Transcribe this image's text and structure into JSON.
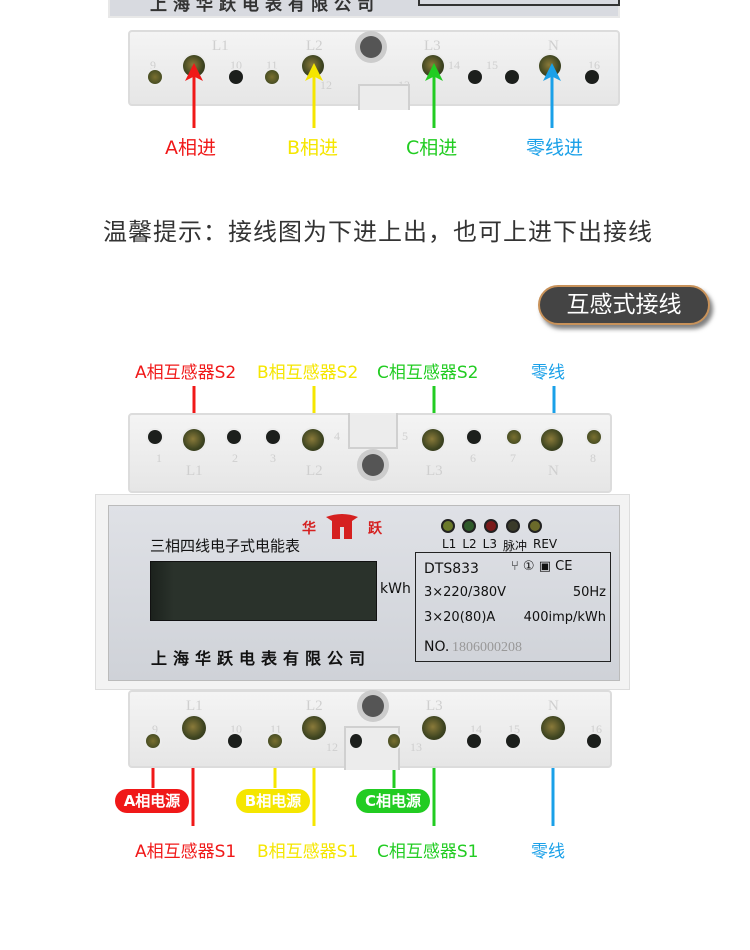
{
  "top_section": {
    "panel_partial_text": "上海华跃电表有限公司",
    "terminal_labels": [
      "L1",
      "L2",
      "L3",
      "N"
    ],
    "terminal_numbers": [
      "9",
      "10",
      "11",
      "12",
      "13",
      "14",
      "15",
      "16"
    ],
    "labels": {
      "a": "A相进",
      "b": "B相进",
      "c": "C相进",
      "n": "零线进"
    }
  },
  "tip": "温馨提示：接线图为下进上出，也可上进下出接线",
  "badge": "互感式接线",
  "ct_section": {
    "top_labels": {
      "a": "A相互感器S2",
      "b": "B相互感器S2",
      "c": "C相互感器S2",
      "n": "零线"
    },
    "top_terminal_numbers": [
      "1",
      "2",
      "3",
      "4",
      "5",
      "6",
      "7",
      "8"
    ],
    "top_terminal_labels": [
      "L1",
      "L2",
      "L3",
      "N"
    ],
    "meter": {
      "title": "三相四线电子式电能表",
      "brand_left": "华",
      "brand_right": "跃",
      "leds": [
        "L1",
        "L2",
        "L3",
        "脉冲",
        "REV"
      ],
      "led_colors": [
        "#6b7a2a",
        "#2f5a2a",
        "#7a1a1a",
        "#3a3a2a",
        "#6b6a2a"
      ],
      "unit": "kWh",
      "model": "DTS833",
      "cert_marks": "⑂ ① ▣ CE",
      "voltage": "3×220/380V",
      "frequency": "50Hz",
      "current": "3×20(80)A",
      "constant": "400imp/kWh",
      "serial_label": "NO.",
      "serial": "1806000208",
      "company": "上海华跃电表有限公司"
    },
    "bottom_terminal_numbers": [
      "9",
      "10",
      "11",
      "12",
      "13",
      "14",
      "15",
      "16"
    ],
    "bottom_terminal_labels": [
      "L1",
      "L2",
      "L3",
      "N"
    ],
    "pills": {
      "a": "A相电源",
      "b": "B相电源",
      "c": "C相电源"
    },
    "bottom_labels": {
      "a": "A相互感器S1",
      "b": "B相互感器S1",
      "c": "C相互感器S1",
      "n": "零线"
    }
  },
  "colors": {
    "a": "#f01818",
    "b": "#f5e600",
    "c": "#22cc22",
    "n": "#1aa0e8",
    "badge_bg": "#444444",
    "badge_border": "#c8925a"
  }
}
